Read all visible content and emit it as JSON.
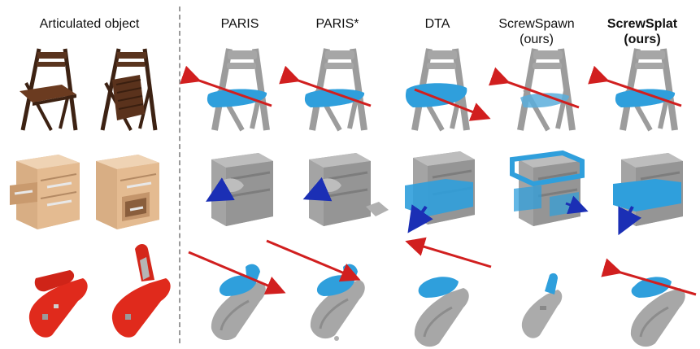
{
  "headers": {
    "articulated": "Articulated object",
    "paris": "PARIS",
    "paris_star": "PARIS*",
    "dta": "DTA",
    "screwspawn_line1": "ScrewSpawn",
    "screwspawn_line2": "(ours)",
    "screwsplat_line1": "ScrewSplat",
    "screwsplat_line2": "(ours)"
  },
  "colors": {
    "background": "#ffffff",
    "mesh_gray": "#a9a9a9",
    "moving_part_blue": "#2f9fdc",
    "axis_red": "#d11f1f",
    "axis_blue": "#1b2fb5",
    "chair_wood": "#4a2a18",
    "cabinet_wood": "#e0b78e",
    "stapler_red": "#e02a1c",
    "divider": "#9a9a9a"
  },
  "rows": [
    "chair",
    "cabinet",
    "stapler"
  ],
  "columns": [
    "articulated-closed",
    "articulated-open",
    "paris",
    "paris-star",
    "dta",
    "screwspawn",
    "screwsplat"
  ]
}
